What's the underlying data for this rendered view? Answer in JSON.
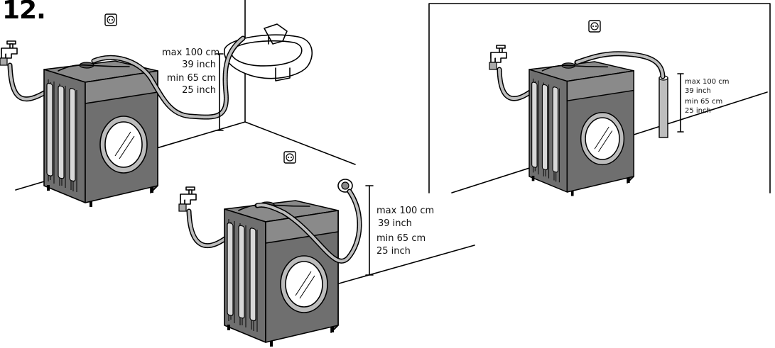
{
  "step_number": "12.",
  "scenes": [
    {
      "id": "sink",
      "max_label": "max 100 cm",
      "max_label_inch": "39 inch",
      "min_label": "min 65 cm",
      "min_label_inch": "25 inch"
    },
    {
      "id": "wall-outlet",
      "max_label": "max 100 cm",
      "max_label_inch": "39 inch",
      "min_label": "min 65 cm",
      "min_label_inch": "25 inch"
    },
    {
      "id": "standpipe",
      "max_label": "max 100 cm",
      "max_label_inch": "39 inch",
      "min_label": "min 65 cm",
      "min_label_inch": "25 inch"
    }
  ],
  "icons": [
    "power-socket-icon",
    "water-tap-icon",
    "washing-machine-icon",
    "sink-icon",
    "standpipe-icon",
    "drain-outlet-icon"
  ],
  "colors": {
    "line": "#000000",
    "machine_body": "#6f6f6f",
    "background": "#ffffff"
  }
}
